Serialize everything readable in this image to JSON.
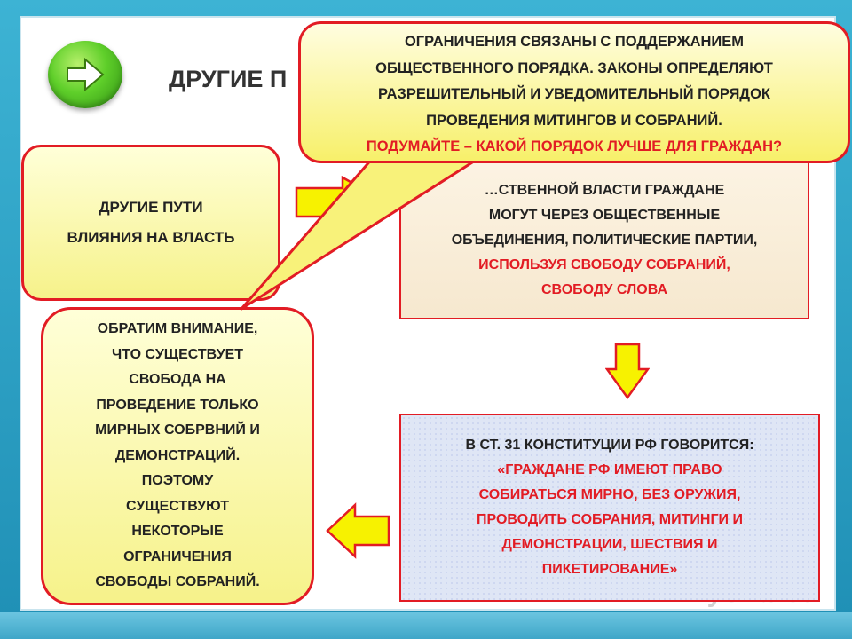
{
  "title": "ДРУГИЕ П",
  "ways_box": {
    "line1": "ДРУГИЕ ПУТИ",
    "line2": "ВЛИЯНИЯ НА ВЛАСТЬ"
  },
  "power_box": {
    "line1": "…СТВЕННОЙ ВЛАСТИ ГРАЖДАНЕ",
    "line2": "МОГУТ ЧЕРЕЗ ОБЩЕСТВЕННЫЕ",
    "line3": "ОБЪЕДИНЕНИЯ, ПОЛИТИЧЕСКИЕ ПАРТИИ,",
    "line4_red": "ИСПОЛЬЗУЯ СВОБОДУ СОБРАНИЙ,",
    "line5_red": "СВОБОДУ СЛОВА"
  },
  "const_box": {
    "line1": "В СТ. 31 КОНСТИТУЦИИ РФ ГОВОРИТСЯ:",
    "line2_red": "«ГРАЖДАНЕ РФ ИМЕЮТ ПРАВО",
    "line3_red": "СОБИРАТЬСЯ МИРНО, БЕЗ ОРУЖИЯ,",
    "line4_red": "ПРОВОДИТЬ СОБРАНИЯ, МИТИНГИ И",
    "line5_red": "ДЕМОНСТРАЦИИ, ШЕСТВИЯ И",
    "line6_red": "ПИКЕТИРОВАНИЕ»"
  },
  "note_box": {
    "lines": [
      "ОБРАТИМ ВНИМАНИЕ,",
      "ЧТО СУЩЕСТВУЕТ",
      "СВОБОДА НА",
      "ПРОВЕДЕНИЕ ТОЛЬКО",
      "МИРНЫХ СОБРВНИЙ И",
      "ДЕМОНСТРАЦИЙ.",
      "ПОЭТОМУ",
      "СУЩЕСТВУЮТ",
      "НЕКОТОРЫЕ",
      "ОГРАНИЧЕНИЯ",
      "СВОБОДЫ СОБРАНИЙ."
    ]
  },
  "callout": {
    "line1": "ОГРАНИЧЕНИЯ СВЯЗАНЫ С ПОДДЕРЖАНИЕМ",
    "line2": "ОБЩЕСТВЕННОГО ПОРЯДКА. ЗАКОНЫ ОПРЕДЕЛЯЮТ",
    "line3": "РАЗРЕШИТЕЛЬНЫЙ И УВЕДОМИТЕЛЬНЫЙ ПОРЯДОК",
    "line4": "ПРОВЕДЕНИЯ МИТИНГОВ И СОБРАНИЙ.",
    "line5_red": "ПОДУМАЙТЕ – КАКОЙ ПОРЯДОК ЛУЧШЕ ДЛЯ ГРАЖДАН?"
  },
  "watermark": "MyShared",
  "colors": {
    "accent_red": "#e21c24",
    "box_yellow": "#f6f28a",
    "arrow_yellow": "#f7f200",
    "frame_blue": "#2f9fc0",
    "button_green": "#5fcf2a"
  },
  "icons": {
    "next_button": "right-arrow-icon",
    "arrows": [
      "right-arrow-icon",
      "down-arrow-icon",
      "left-arrow-icon"
    ]
  }
}
